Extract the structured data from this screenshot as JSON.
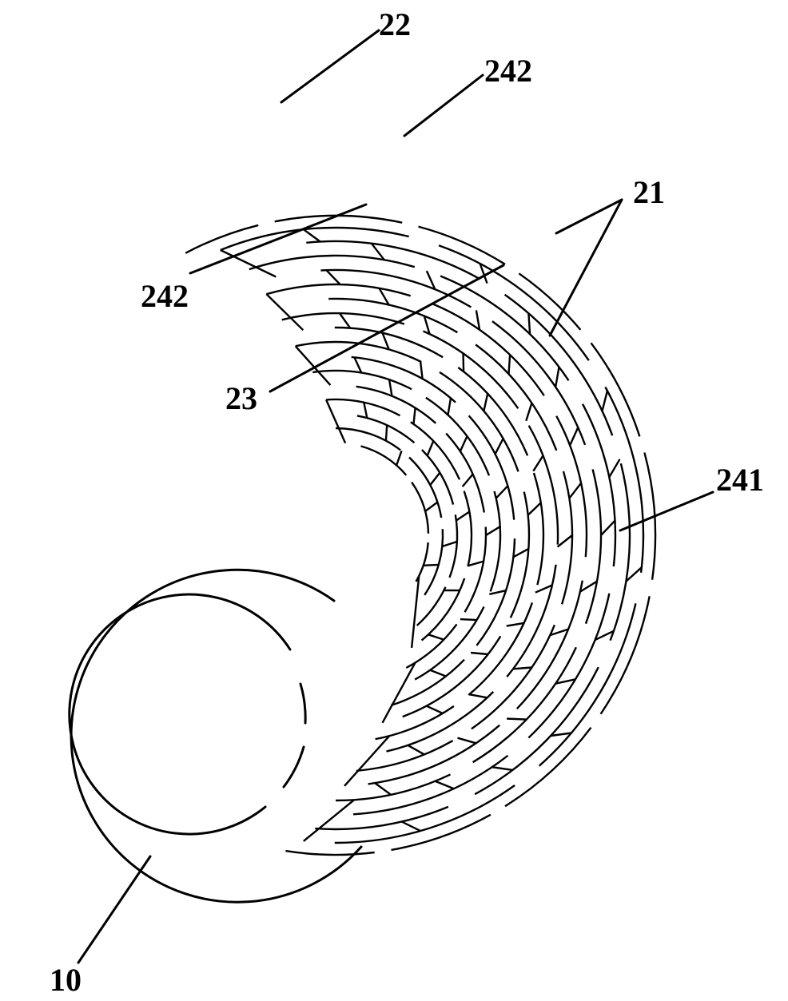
{
  "labels": {
    "l22": "22",
    "l242_top": "242",
    "l21": "21",
    "l242_left": "242",
    "l23": "23",
    "l241": "241",
    "l10": "10"
  },
  "colors": {
    "line": "#000000",
    "background": "#ffffff"
  }
}
